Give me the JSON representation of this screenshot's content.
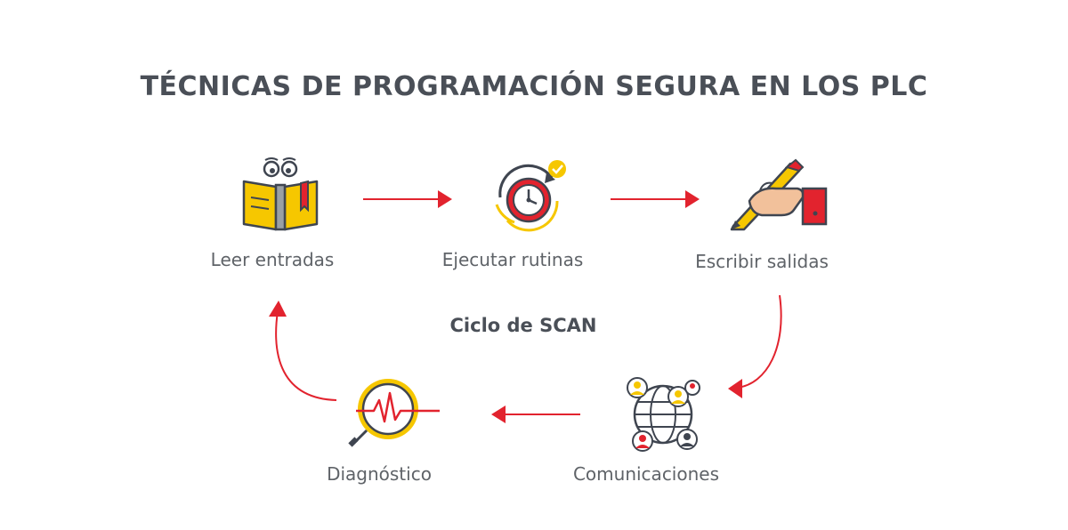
{
  "title": "TÉCNICAS DE PROGRAMACIÓN SEGURA EN LOS PLC",
  "center_label": "Ciclo de SCAN",
  "steps": [
    {
      "label": "Leer entradas",
      "icon": "book-with-eyes-icon"
    },
    {
      "label": "Ejecutar rutinas",
      "icon": "clock-cycle-icon"
    },
    {
      "label": "Escribir salidas",
      "icon": "hand-writing-pen-icon"
    },
    {
      "label": "Comunicaciones",
      "icon": "globe-network-users-icon"
    },
    {
      "label": "Diagnóstico",
      "icon": "magnifier-heartbeat-icon"
    }
  ],
  "colors": {
    "accent": "#e2232e",
    "yellow": "#f6c700",
    "dark": "#3f4550",
    "text": "#5f6368",
    "title": "#4a4f57"
  }
}
